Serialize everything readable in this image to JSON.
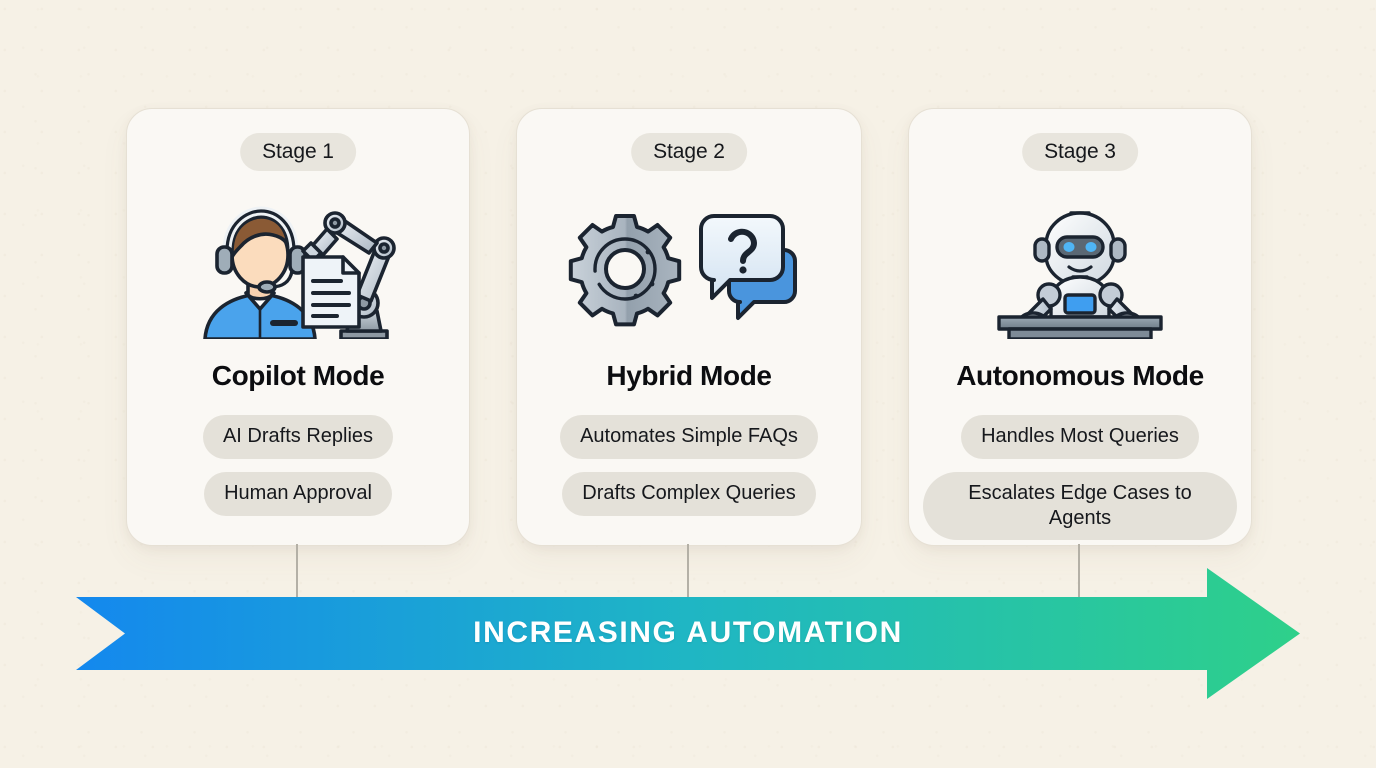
{
  "background": {
    "color": "#f6f1e6"
  },
  "cards": [
    {
      "badge": "Stage 1",
      "title": "Copilot Mode",
      "icon": "support-agent-with-robot-arm-icon",
      "pills": [
        "AI Drafts Replies",
        "Human Approval"
      ]
    },
    {
      "badge": "Stage 2",
      "title": "Hybrid Mode",
      "icon": "gear-and-chat-bubbles-icon",
      "pills": [
        "Automates Simple FAQs",
        "Drafts Complex Queries"
      ]
    },
    {
      "badge": "Stage 3",
      "title": "Autonomous Mode",
      "icon": "robot-at-desk-icon",
      "pills": [
        "Handles Most Queries",
        "Escalates Edge Cases to Agents"
      ]
    }
  ],
  "banner": {
    "label": "INCREASING AUTOMATION",
    "direction": "right",
    "gradient_start": "#1488ee",
    "gradient_mid": "#1fb6c4",
    "gradient_end": "#2ed08a"
  },
  "connectors": {
    "color": "#b4b0a6",
    "count": 3
  }
}
